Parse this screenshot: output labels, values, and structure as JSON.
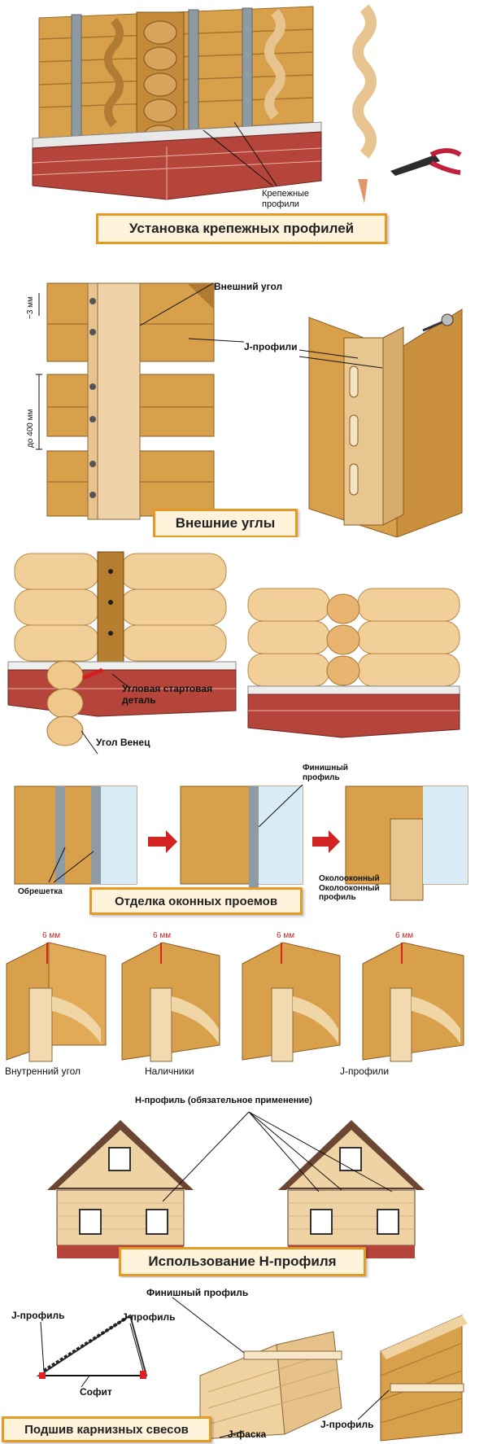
{
  "panel1": {
    "banner": "Установка крепежных профилей",
    "label_line1": "Крепежные",
    "label_line2": "профили"
  },
  "panel2": {
    "banner": "Внешние углы",
    "outer_corner": "Внешний угол",
    "j_profiles": "J-профили",
    "dim_3mm": "~3 мм",
    "dim_400mm": "до 400 мм"
  },
  "panel3": {
    "start_line1": "Угловая стартовая",
    "start_line2": "деталь",
    "corner_crown": "Угол Венец"
  },
  "panel4": {
    "banner": "Отделка оконных проемов",
    "lathing": "Обрешетка",
    "finish_line1": "Финишный",
    "finish_line2": "профиль",
    "window_line1": "Околооконный",
    "window_line2": "Околооконный",
    "window_line3": "профиль"
  },
  "panel5": {
    "gap": "6 мм",
    "inner_corner": "Внутренний угол",
    "casings": "Наличники",
    "j_profiles": "J-профили"
  },
  "panel6": {
    "banner": "Использование Н-профиля",
    "h_profile_note": "Н-профиль (обязательное применение)"
  },
  "panel7": {
    "banner": "Подшив карнизных свесов",
    "finish_profile": "Финишный профиль",
    "j_profile_left": "J-профиль",
    "j_profile_right": "J-профиль",
    "soffit": "Софит",
    "j_chamfer": "J-фаска",
    "j_profile_bottom": "J-профиль"
  }
}
